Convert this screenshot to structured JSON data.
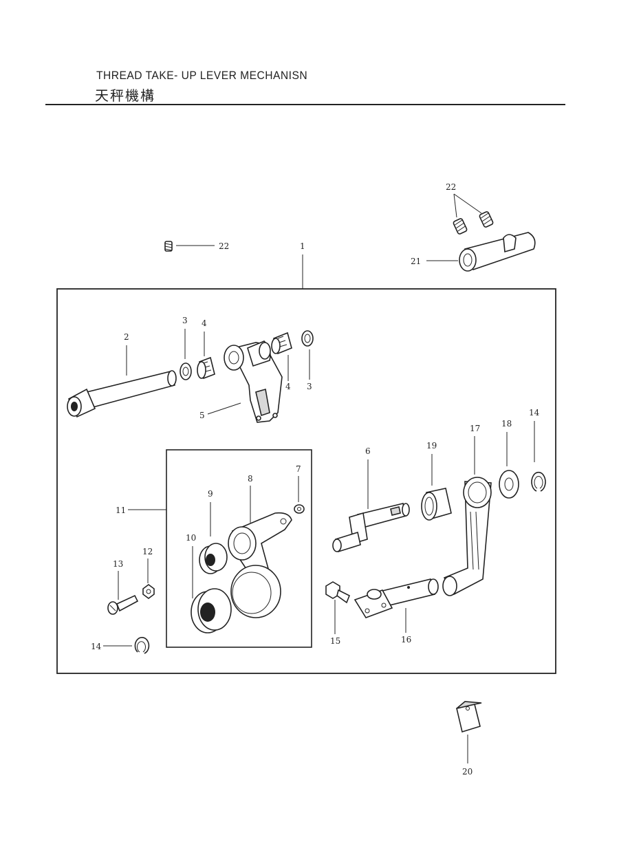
{
  "header": {
    "title_en": "THREAD TAKE- UP LEVER MECHANISN",
    "title_zh": "天秤機構"
  },
  "callouts": {
    "c1": "1",
    "c2": "2",
    "c3a": "3",
    "c3b": "3",
    "c4a": "4",
    "c4b": "4",
    "c5": "5",
    "c6": "6",
    "c7": "7",
    "c8": "8",
    "c9": "9",
    "c10": "10",
    "c11": "11",
    "c12": "12",
    "c13": "13",
    "c14a": "14",
    "c14b": "14",
    "c15": "15",
    "c16": "16",
    "c17": "17",
    "c18": "18",
    "c19": "19",
    "c20": "20",
    "c21": "21",
    "c22a": "22",
    "c22b": "22"
  }
}
